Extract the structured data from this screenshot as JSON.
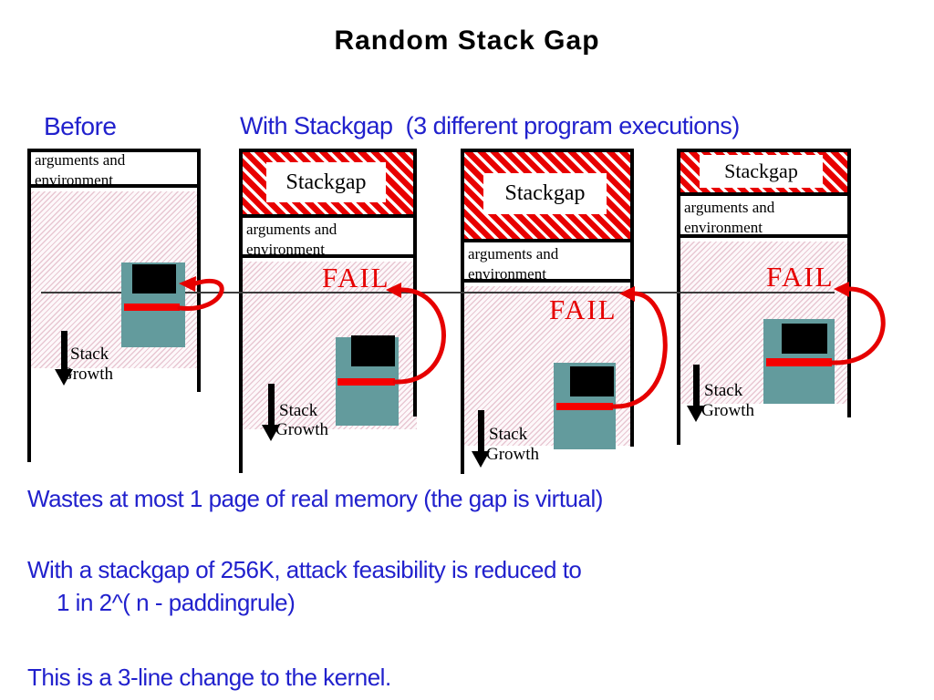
{
  "title": "Random Stack Gap",
  "headers": {
    "before": "Before",
    "with_stackgap": "With Stackgap  (3 different program executions)"
  },
  "columns": [
    {
      "name": "before",
      "args_env": "arguments and environment",
      "stack_growth_1": "Stack",
      "stack_growth_2": "Growth"
    },
    {
      "name": "stackgap-execution-1",
      "stackgap": "Stackgap",
      "args_env": "arguments and environment",
      "fail": "FAIL",
      "stack_growth_1": "Stack",
      "stack_growth_2": "Growth"
    },
    {
      "name": "stackgap-execution-2",
      "stackgap": "Stackgap",
      "args_env": "arguments and environment",
      "fail": "FAIL",
      "stack_growth_1": "Stack",
      "stack_growth_2": "Growth"
    },
    {
      "name": "stackgap-execution-3",
      "stackgap": "Stackgap",
      "args_env": "arguments and environment",
      "fail": "FAIL",
      "stack_growth_1": "Stack",
      "stack_growth_2": "Growth"
    }
  ],
  "notes": [
    "Wastes at most 1 page of real memory (the gap is virtual)",
    "With a stackgap of 256K, attack feasibility is reduced to",
    "1 in 2^( n - paddingrule)",
    "This is a 3-line change to the kernel."
  ],
  "colors": {
    "heading_blue": "#2121cd",
    "fail_red": "#e60000",
    "stripe_red": "#e80000",
    "computer_teal": "#639b9d"
  }
}
